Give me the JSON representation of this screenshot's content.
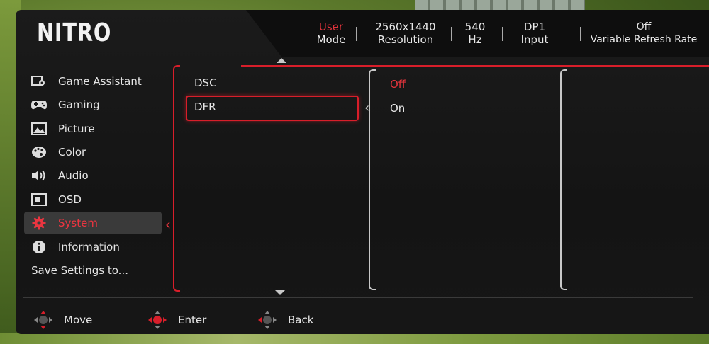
{
  "brand": {
    "logo_text": "NITRO",
    "accent": "#d81e2a"
  },
  "header": {
    "stats": [
      {
        "value": "User",
        "label": "Mode",
        "active": true
      },
      {
        "value": "2560x1440",
        "label": "Resolution"
      },
      {
        "value": "540",
        "label": "Hz"
      },
      {
        "value": "DP1",
        "label": "Input"
      },
      {
        "value": "Off",
        "label": "Variable Refresh Rate"
      }
    ]
  },
  "sidebar": {
    "items": [
      {
        "label": "Game Assistant",
        "icon": "game-assistant-icon"
      },
      {
        "label": "Gaming",
        "icon": "gamepad-icon"
      },
      {
        "label": "Picture",
        "icon": "picture-icon"
      },
      {
        "label": "Color",
        "icon": "palette-icon"
      },
      {
        "label": "Audio",
        "icon": "speaker-icon"
      },
      {
        "label": "OSD",
        "icon": "osd-icon"
      },
      {
        "label": "System",
        "icon": "gear-icon",
        "active": true
      },
      {
        "label": "Information",
        "icon": "info-icon"
      },
      {
        "label": "Save Settings to..."
      }
    ]
  },
  "submenu": {
    "items": [
      {
        "label": "DSC"
      },
      {
        "label": "DFR",
        "selected": true
      }
    ]
  },
  "options": {
    "items": [
      {
        "label": "Off",
        "current": true
      },
      {
        "label": "On"
      }
    ]
  },
  "footer": {
    "move_label": "Move",
    "enter_label": "Enter",
    "back_label": "Back"
  }
}
